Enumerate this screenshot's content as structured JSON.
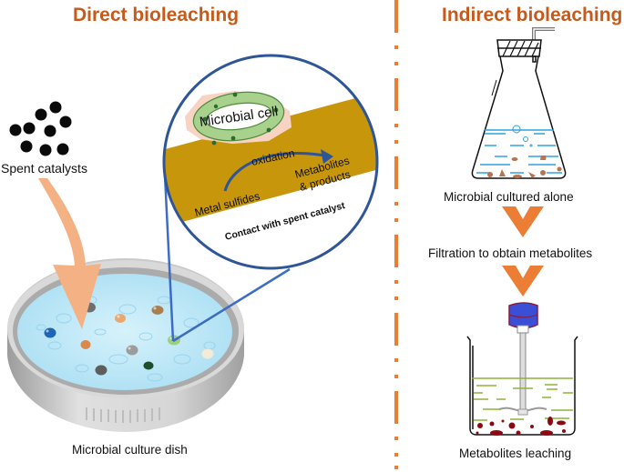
{
  "direct": {
    "title": "Direct bioleaching",
    "spent_catalysts_label": "Spent catalysts",
    "dish_label": "Microbial culture dish",
    "inset": {
      "cell_label": "Microbial cell",
      "process_label": "oxidation",
      "reactant_label": "Metal sulfides",
      "product_label_line1": "Metabolites",
      "product_label_line2": "& products",
      "contact_label": "Contact with spent catalyst"
    }
  },
  "indirect": {
    "title": "Indirect bioleaching",
    "steps": [
      {
        "label": "Microbial cultured alone"
      },
      {
        "label": "Filtration to obtain metabolites"
      },
      {
        "label": "Metabolites leaching"
      }
    ]
  },
  "colors": {
    "title": "#c65a1a",
    "divider": "#ec7d35",
    "chevron": "#ec7d35",
    "inset_border": "#2e5597",
    "sulfide_layer": "#c8960a",
    "cell_halo": "#f7d3c3",
    "cell_body": "#a9d18e",
    "medium": "#bfe8f7",
    "arrow": "#f4b183"
  }
}
